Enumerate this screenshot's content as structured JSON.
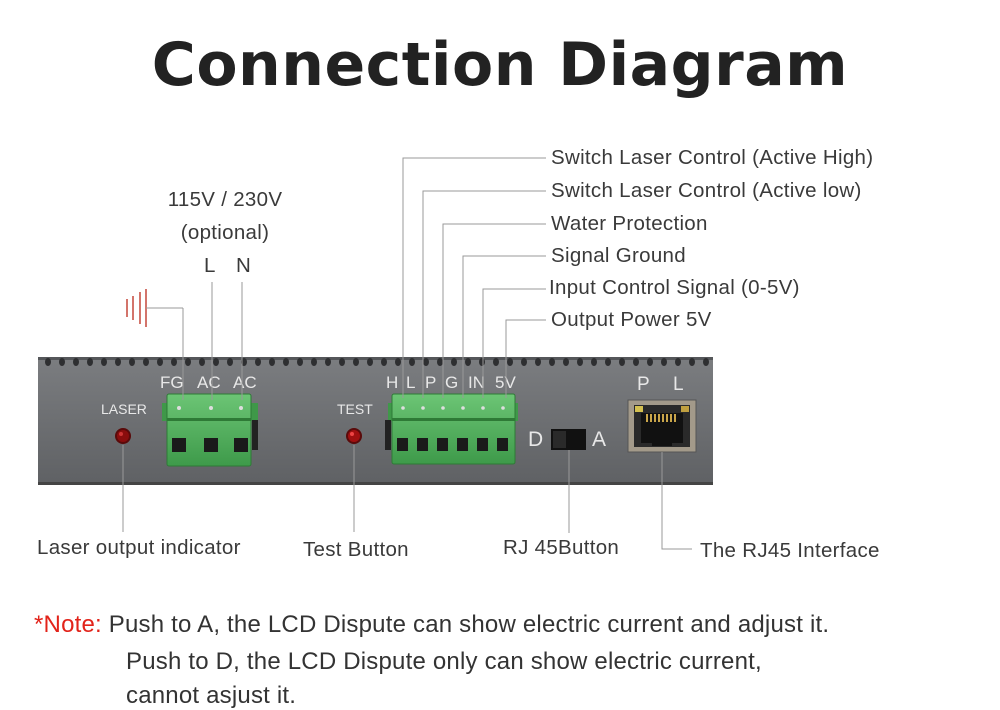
{
  "title": "Connection Diagram",
  "power": {
    "voltage": "115V / 230V",
    "optional": "(optional)",
    "l": "L",
    "n": "N"
  },
  "signal_labels": [
    "Switch Laser Control (Active High)",
    "Switch Laser Control (Active low)",
    "Water Protection",
    "Signal Ground",
    "Input Control Signal (0-5V)",
    "Output Power 5V"
  ],
  "panel": {
    "laser": "LASER",
    "test": "TEST",
    "fg": "FG",
    "ac1": "AC",
    "ac2": "AC",
    "pins": [
      "H",
      "L",
      "P",
      "G",
      "IN",
      "5V"
    ],
    "switch_d": "D",
    "switch_a": "A",
    "rj_p": "P",
    "rj_l": "L"
  },
  "bottom_labels": {
    "laser_indicator": "Laser output indicator",
    "test_button": "Test Button",
    "rj45_button": "RJ 45Button",
    "rj45_interface": "The RJ45 Interface"
  },
  "note": {
    "key": "*Note:",
    "line1": "Push to A, the LCD Dispute can show electric current and adjust it.",
    "line2": "Push to D, the LCD Dispute only can show electric current,",
    "line3": "cannot asjust it."
  },
  "colors": {
    "panel": "#6f7174",
    "terminal": "#4fb05a",
    "note_key": "#e2231a",
    "led": "#8a0d0d"
  }
}
